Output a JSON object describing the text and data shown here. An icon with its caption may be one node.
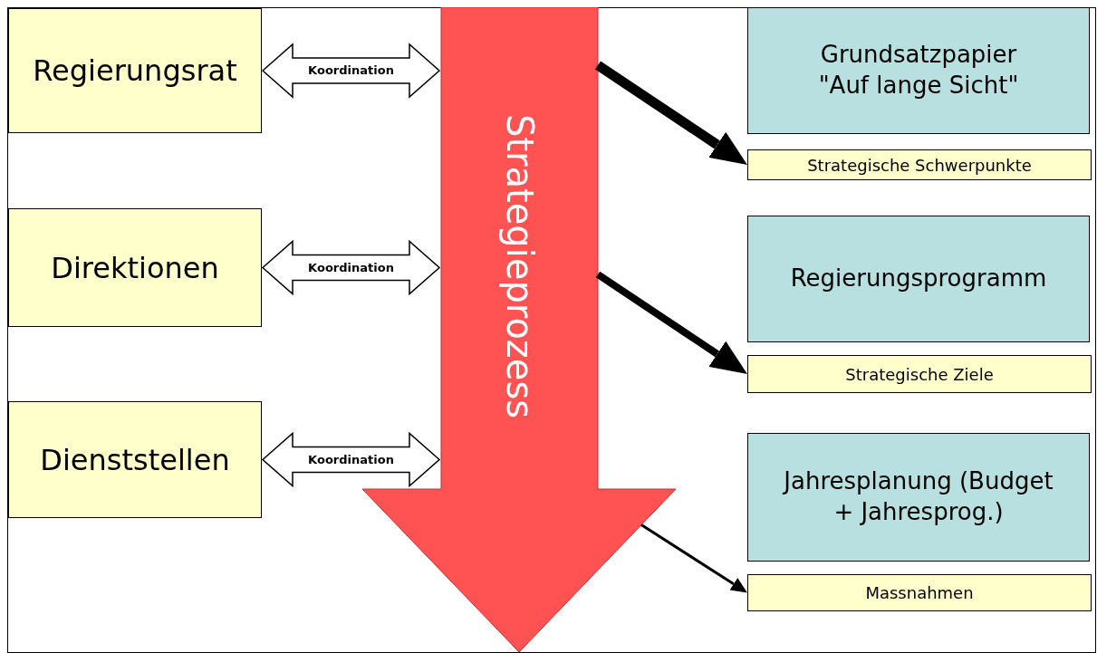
{
  "diagram": {
    "nodes": [
      {
        "text": [
          "Regierungsrat"
        ]
      },
      {
        "text": [
          "Direktionen"
        ]
      },
      {
        "text": [
          "Dienststellen"
        ]
      },
      {
        "text": [
          "Strategieprozess"
        ]
      },
      {
        "text": [
          "Grundsatzpapier \"Auf lange Sicht\""
        ]
      },
      {
        "text": [
          "Strategische Schwerpunkte"
        ]
      },
      {
        "text": [
          "Regierungsprogramm"
        ]
      },
      {
        "text": [
          "Strategische Ziele"
        ]
      },
      {
        "text": [
          "Jahresplanung (Budget + Jahresprog.)"
        ]
      },
      {
        "text": [
          "Massnahmen"
        ]
      }
    ],
    "edges": [
      {
        "from": 0,
        "to": 3,
        "arrow": "both",
        "label": "Koordination"
      },
      {
        "from": 1,
        "to": 3,
        "arrow": "both",
        "label": "Koordination"
      },
      {
        "from": 2,
        "to": 3,
        "arrow": "both",
        "label": "Koordination"
      },
      {
        "from": 3,
        "to": 5,
        "arrow": "to"
      },
      {
        "from": 3,
        "to": 7,
        "arrow": "to"
      },
      {
        "from": 3,
        "to": 9,
        "arrow": "to"
      }
    ]
  }
}
